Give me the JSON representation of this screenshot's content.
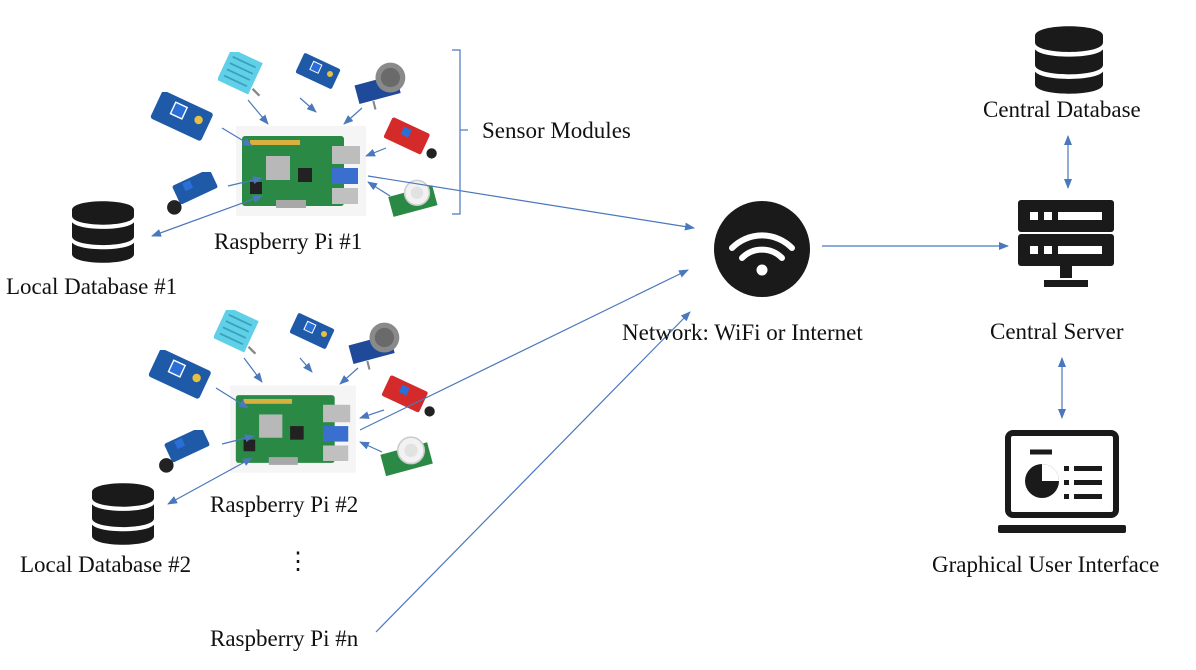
{
  "labels": {
    "sensor_modules": "Sensor Modules",
    "pi1": "Raspberry Pi #1",
    "pi2": "Raspberry Pi #2",
    "pin": "Raspberry Pi #n",
    "local_db1": "Local Database #1",
    "local_db2": "Local Database #2",
    "network": "Network: WiFi or Internet",
    "central_db": "Central Database",
    "central_server": "Central Server",
    "gui": "Graphical User Interface",
    "ellipsis": "⋮"
  },
  "colors": {
    "arrow": "#4a78bd",
    "icon": "#1a1a1a",
    "pcb_green": "#2a8a45",
    "sensor_blue": "#1f5aa8",
    "sensor_red": "#d42a2a",
    "sensor_cyan": "#4fc8e0"
  },
  "icons": {
    "local_db1": "database-icon",
    "local_db2": "database-icon",
    "central_db": "database-icon",
    "network": "wifi-icon",
    "server": "server-icon",
    "gui": "monitor-dashboard-icon"
  }
}
